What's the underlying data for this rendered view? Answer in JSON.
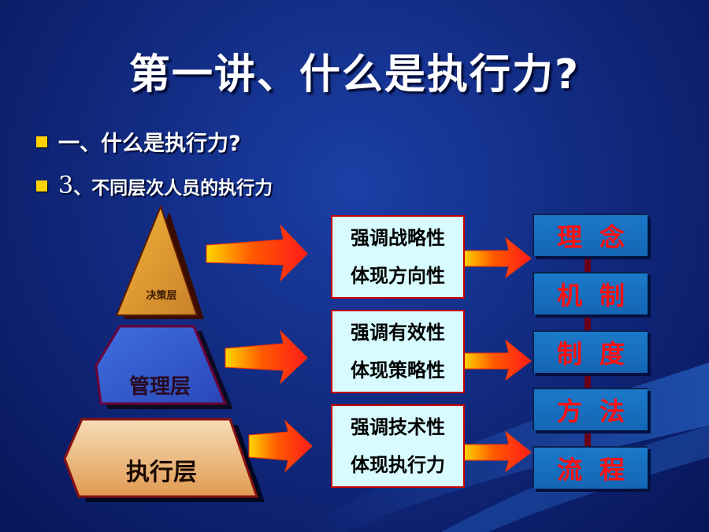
{
  "slide": {
    "title": "第一讲、什么是执行力?",
    "bullets": [
      {
        "text": "一、什么是执行力?"
      },
      {
        "num": "3",
        "text": "、不同层次人员的执行力"
      }
    ]
  },
  "tiers": [
    {
      "label": "决策层",
      "lines": [
        "强调战略性",
        "体现方向性"
      ]
    },
    {
      "label": "管理层",
      "lines": [
        "强调有效性",
        "体现策略性"
      ]
    },
    {
      "label": "执行层",
      "lines": [
        "强调技术性",
        "体现执行力"
      ]
    }
  ],
  "tags": [
    "理念",
    "机制",
    "制度",
    "方法",
    "流程"
  ],
  "colors": {
    "background": "#10277a",
    "bullet": "#ffd200",
    "tag_text": "#ff1010",
    "tag_fill": "#1b79c9",
    "box_fill": "#d8fbff",
    "box_border": "#c80000"
  }
}
